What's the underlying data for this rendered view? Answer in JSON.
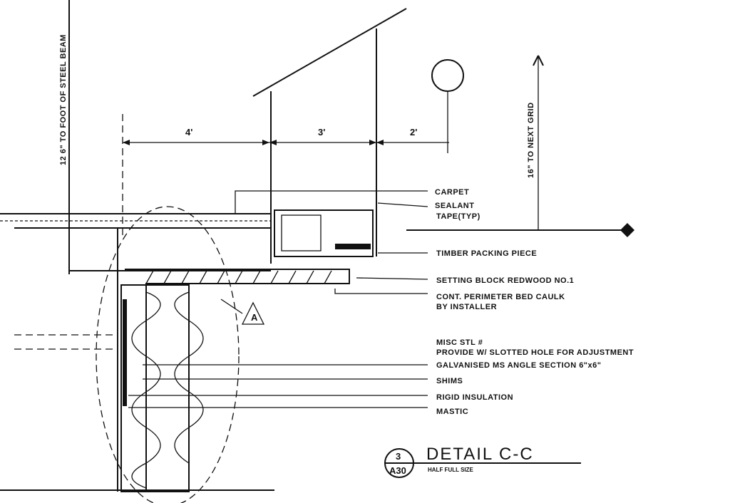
{
  "dimensions": {
    "left_vertical": "12 6\" TO FOOT OF STEEL BEAM",
    "right_vertical": "16\" TO NEXT GRID",
    "span_1": "4'",
    "span_2": "3'",
    "span_3": "2'"
  },
  "callouts": {
    "carpet": "CARPET",
    "sealant_1": "SEALANT",
    "sealant_2": "TAPE(TYP)",
    "timber": "TIMBER PACKING PIECE",
    "setting_block": "SETTING BLOCK REDWOOD NO.1",
    "caulk_1": "CONT. PERIMETER BED CAULK",
    "caulk_2": "BY INSTALLER",
    "misc_1": "MISC STL #",
    "misc_2": "PROVIDE W/ SLOTTED HOLE FOR ADJUSTMENT",
    "angle": "GALVANISED MS ANGLE SECTION 6\"x6\"",
    "shims": "SHIMS",
    "rigid": "RIGID INSULATION",
    "mastic": "MASTIC"
  },
  "detail": {
    "number": "3",
    "sheet": "A30",
    "title": "DETAIL C-C",
    "scale": "HALF FULL SIZE"
  },
  "annotations": {
    "triangle_note": "A"
  }
}
